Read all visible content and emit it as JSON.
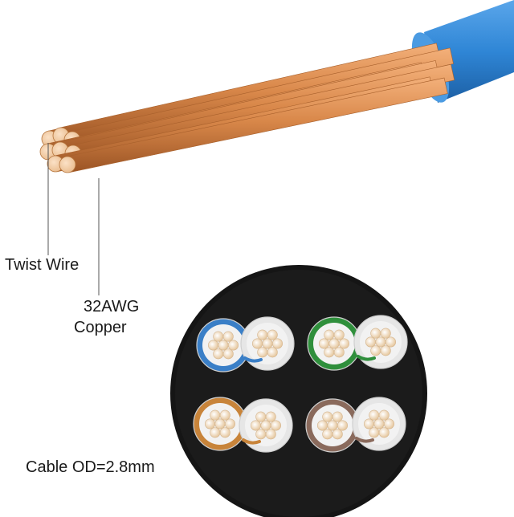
{
  "labels": {
    "twist_wire": "Twist Wire",
    "gauge": "32AWG",
    "material": "Copper",
    "cable_od": "Cable OD=2.8mm"
  },
  "colors": {
    "jacket": "#2f86d6",
    "copper": "#d9884a",
    "cable_outer": "#151515",
    "pair_blue": "#3a7fc7",
    "pair_green": "#2f8f3c",
    "pair_orange": "#c8843a",
    "pair_brown": "#8a6a5c",
    "stripe_white": "#e6e6e6"
  },
  "pairs": [
    {
      "name": "blue",
      "color": "pair_blue"
    },
    {
      "name": "green",
      "color": "pair_green"
    },
    {
      "name": "orange",
      "color": "pair_orange"
    },
    {
      "name": "brown",
      "color": "pair_brown"
    }
  ]
}
